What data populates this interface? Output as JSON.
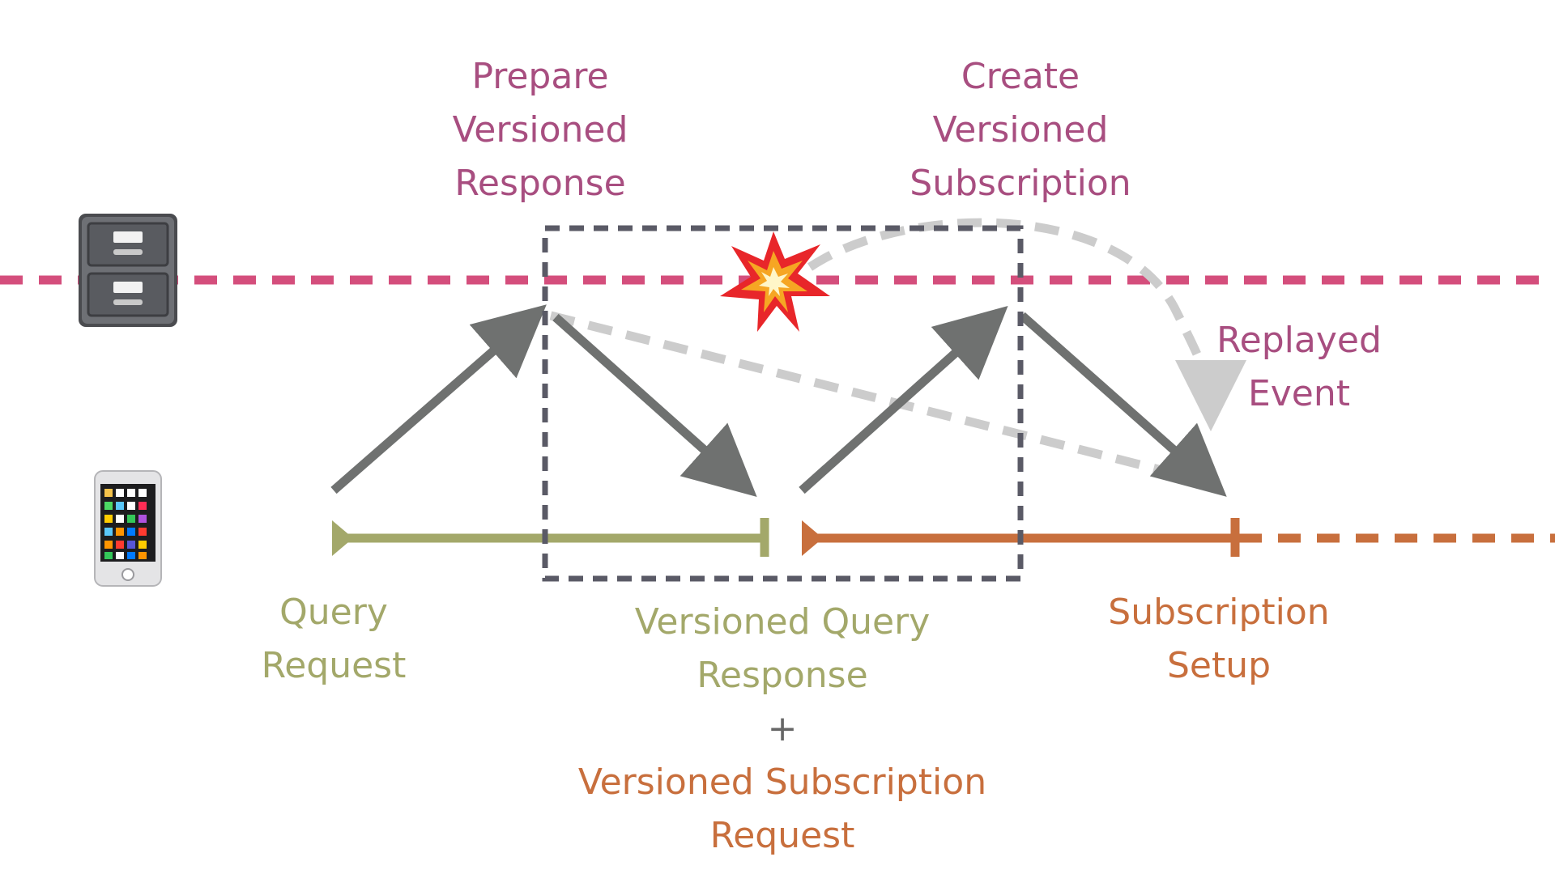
{
  "colors": {
    "server_line": "#d44e7c",
    "server_text": "#a84e80",
    "query": "#a3a86a",
    "subscription": "#c86f3d",
    "arrow": "#6f7170",
    "replay_arrow": "#cccccc",
    "box": "#5a5a66"
  },
  "icons": {
    "server": "file-cabinet-icon",
    "client": "mobile-phone-icon",
    "conflict": "collision-icon"
  },
  "labels": {
    "prepare": [
      "Prepare",
      "Versioned",
      "Response"
    ],
    "create": [
      "Create",
      "Versioned",
      "Subscription"
    ],
    "replayed": [
      "Replayed",
      "Event"
    ],
    "query_request": [
      "Query",
      "Request"
    ],
    "versioned_query_response": [
      "Versioned Query",
      "Response"
    ],
    "plus": "+",
    "versioned_subscription_request": [
      "Versioned Subscription",
      "Request"
    ],
    "subscription_setup": [
      "Subscription",
      "Setup"
    ]
  }
}
